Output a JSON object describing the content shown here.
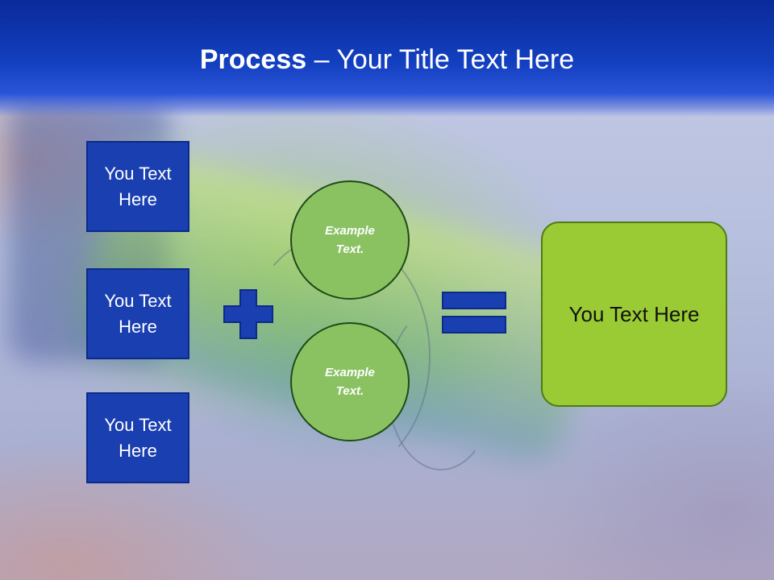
{
  "title": {
    "bold": "Process",
    "rest": " – Your Title Text Here"
  },
  "left_boxes": [
    {
      "label": "You Text Here"
    },
    {
      "label": "You Text Here"
    },
    {
      "label": "You Text Here"
    }
  ],
  "circles": [
    {
      "label": "Example Text."
    },
    {
      "label": "Example Text."
    }
  ],
  "result": {
    "label": "You Text Here"
  },
  "symbols": {
    "plus_icon": "plus-icon",
    "equals_icon": "equals-icon"
  },
  "colors": {
    "header_blue": "#1340c0",
    "box_blue": "#1a3fb0",
    "circle_green": "#8ac262",
    "result_green": "#9acb34"
  }
}
